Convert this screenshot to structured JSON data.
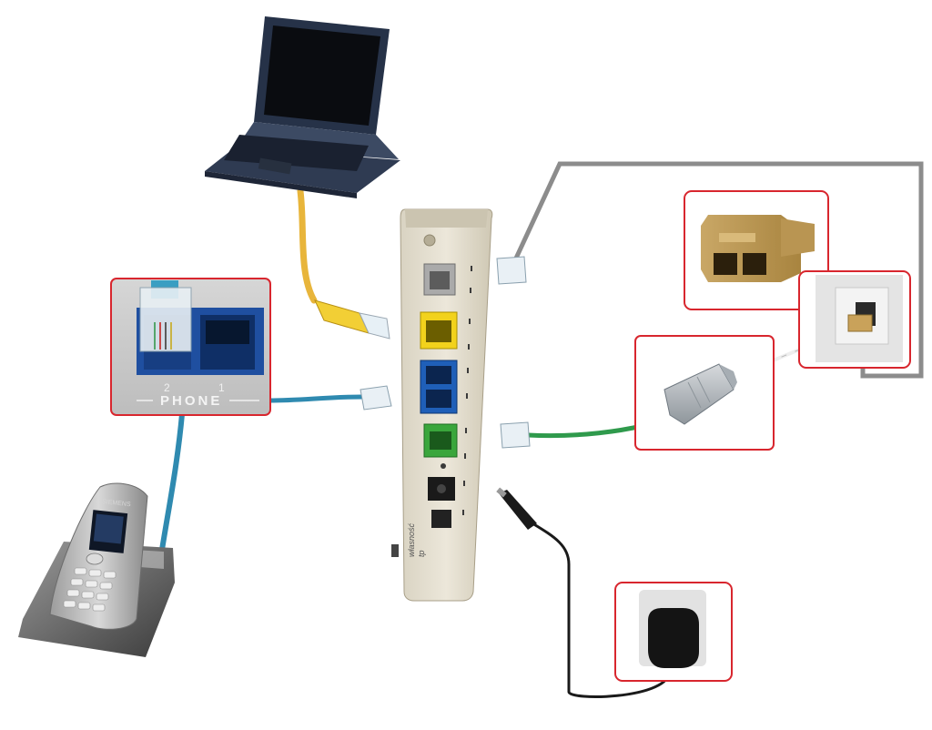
{
  "phone_panel": {
    "label": "PHONE",
    "port_numbers": [
      "2",
      "1"
    ]
  },
  "handset": {
    "brand": "SIEMENS"
  },
  "router": {
    "brand_line1": "własność",
    "brand_line2": "tp"
  },
  "colors": {
    "highlight": "#d8262e",
    "ethernet_cable": "#e8b53b",
    "phone_cable": "#2f8ab0",
    "dsl_cable": "#2f9a4c",
    "line_cable": "#8c8c8c",
    "power_cable": "#1a1a1a",
    "ethernet_port": "#f2d21c",
    "phone_ports": "#1f5fb8",
    "dsl_port": "#3aa63c"
  },
  "icons": [
    "laptop-icon",
    "cordless-phone-icon",
    "router-icon",
    "splitter-icon",
    "wall-socket-icon",
    "power-adapter-icon",
    "rj11-connector-icon",
    "rj45-connector-icon"
  ]
}
